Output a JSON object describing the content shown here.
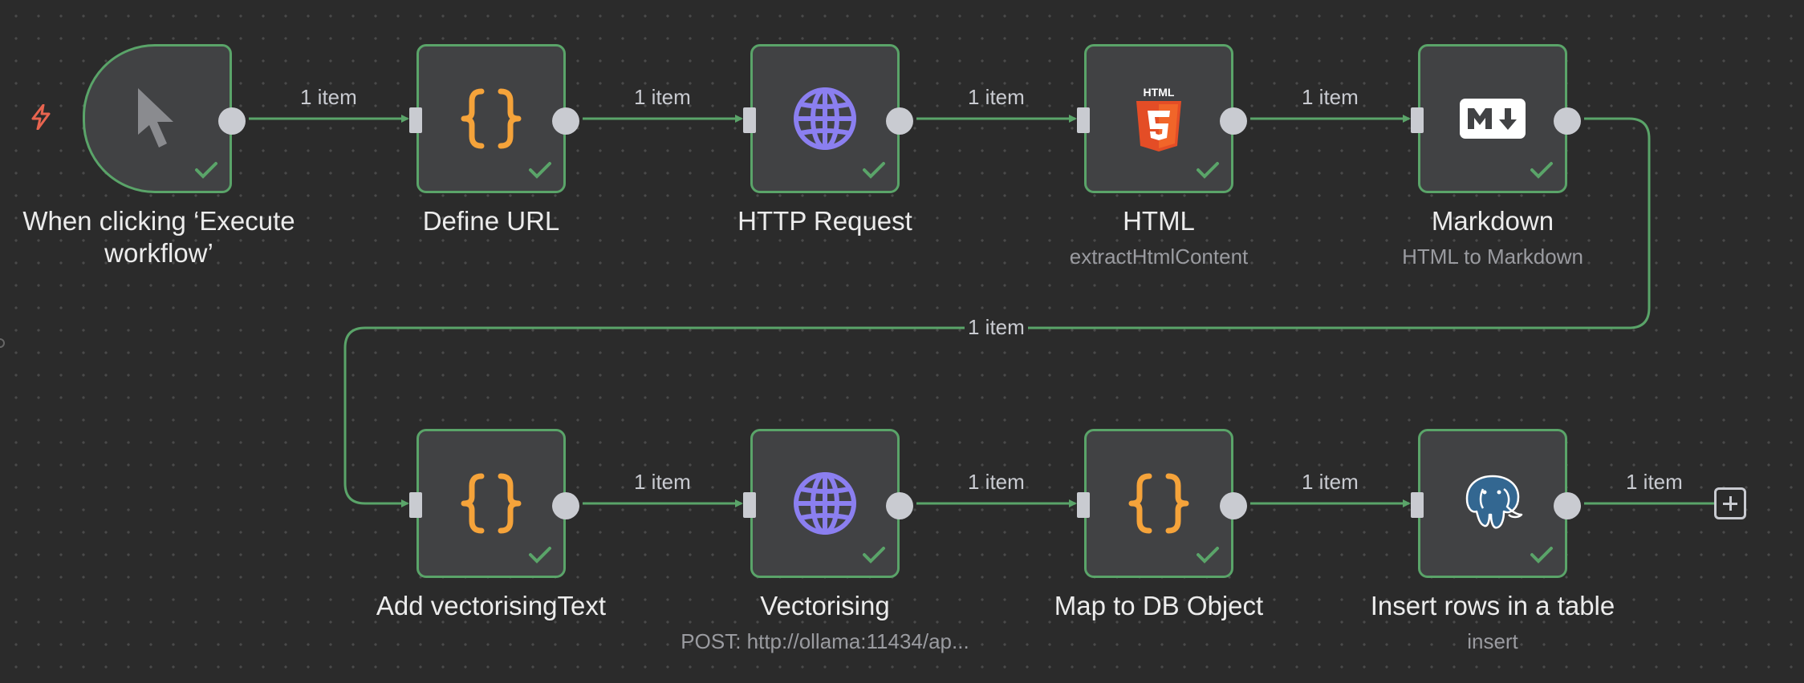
{
  "workflow": {
    "nodes": [
      {
        "id": "trigger",
        "title": "When clicking ‘Execute workflow’",
        "subtitle": "",
        "icon": "cursor-icon"
      },
      {
        "id": "define-url",
        "title": "Define URL",
        "subtitle": "",
        "icon": "braces-icon"
      },
      {
        "id": "http-request",
        "title": "HTTP Request",
        "subtitle": "",
        "icon": "globe-icon"
      },
      {
        "id": "html",
        "title": "HTML",
        "subtitle": "extractHtmlContent",
        "icon": "html5-icon"
      },
      {
        "id": "markdown",
        "title": "Markdown",
        "subtitle": "HTML to Markdown",
        "icon": "markdown-icon"
      },
      {
        "id": "add-vectorising-text",
        "title": "Add vectorisingText",
        "subtitle": "",
        "icon": "braces-icon"
      },
      {
        "id": "vectorising",
        "title": "Vectorising",
        "subtitle": "POST: http://ollama:11434/ap...",
        "icon": "globe-icon"
      },
      {
        "id": "map-to-db-object",
        "title": "Map to DB Object",
        "subtitle": "",
        "icon": "braces-icon"
      },
      {
        "id": "insert-rows",
        "title": "Insert rows in a table",
        "subtitle": "insert",
        "icon": "postgres-elephant-icon"
      }
    ],
    "edge_labels": [
      "1 item",
      "1 item",
      "1 item",
      "1 item",
      "1 item",
      "1 item",
      "1 item",
      "1 item",
      "1 item"
    ],
    "html_badge_text": "HTML",
    "colors": {
      "success": "#5aa469",
      "braces": "#f5a33a",
      "globe": "#8b7ff0",
      "html5": "#e44d26",
      "trigger": "#e8644f"
    }
  }
}
